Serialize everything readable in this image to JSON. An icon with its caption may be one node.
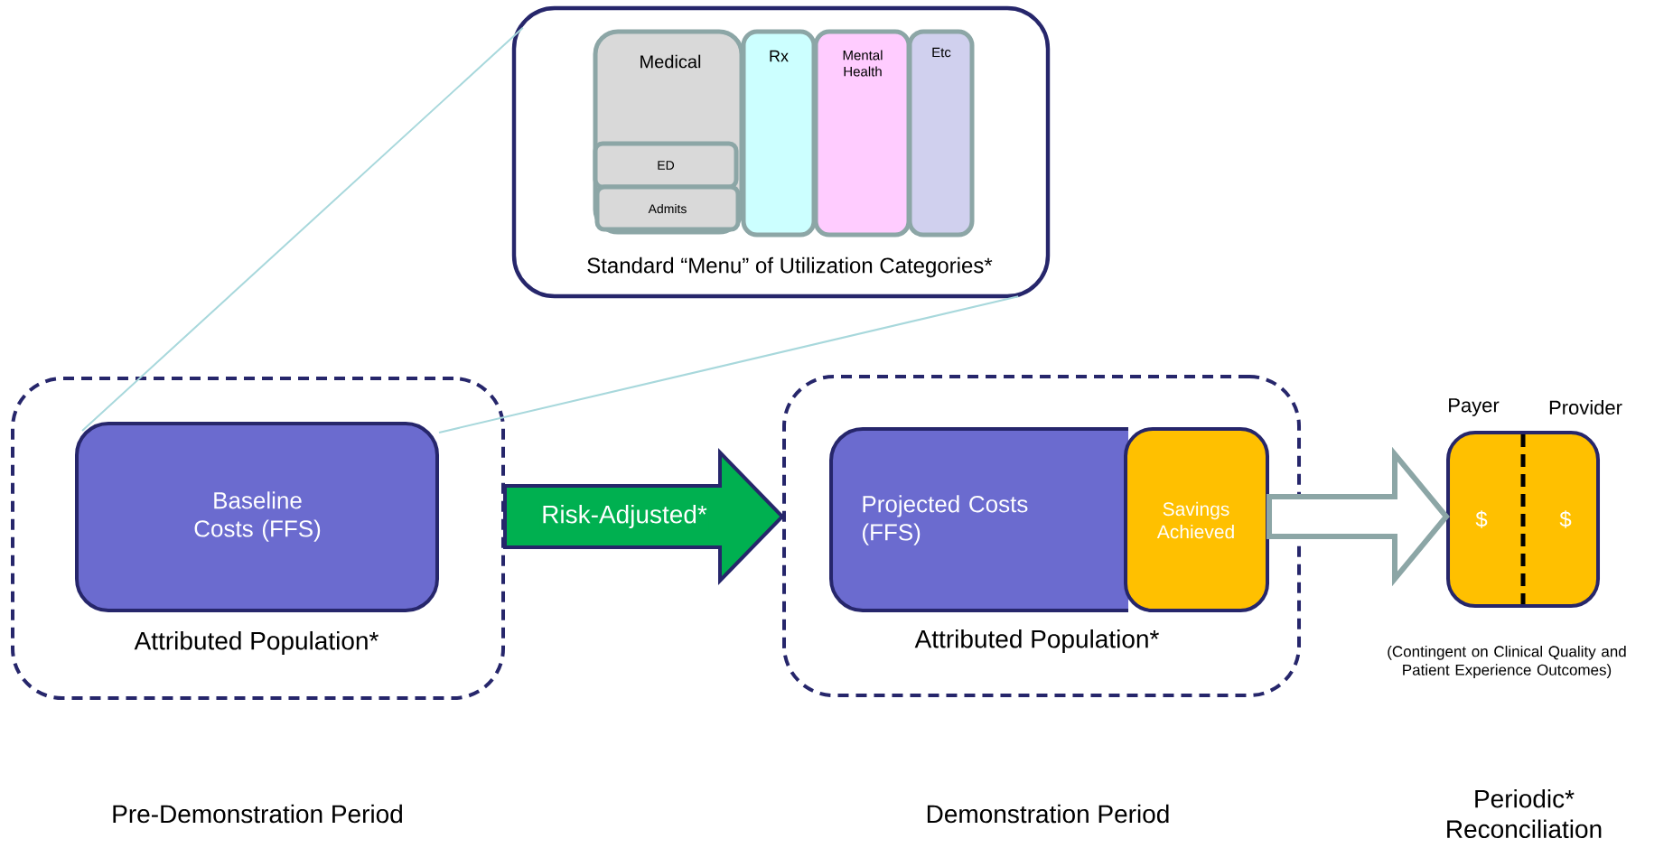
{
  "diagram": {
    "nodes": [
      {
        "text": [
          "Standard “Menu” of Utilization Categories*"
        ]
      },
      {
        "text": [
          "Medical"
        ],
        "in": 0
      },
      {
        "text": [
          "ED"
        ],
        "in": 1
      },
      {
        "text": [
          "Admits"
        ],
        "in": 1
      },
      {
        "text": [
          "Rx"
        ],
        "in": 0
      },
      {
        "text": [
          "Mental Health"
        ],
        "in": 0
      },
      {
        "text": [
          "Etc"
        ],
        "in": 0
      },
      {
        "text": [
          "Attributed Population*"
        ]
      },
      {
        "text": [
          "Baseline Costs (FFS)"
        ],
        "in": 7
      },
      {
        "text": [
          "Attributed Population*"
        ]
      },
      {
        "text": [
          "Projected Costs (FFS)"
        ],
        "in": 9
      },
      {
        "text": [
          "Savings Achieved"
        ],
        "in": 9
      },
      {
        "text": [
          "Payer",
          "Provider",
          "$",
          "$"
        ],
        "beside": [
          "(Contingent on Clinical Quality and Patient Experience Outcomes)"
        ]
      }
    ],
    "edges": [
      {
        "from": 8,
        "to": 0,
        "arrow": "none",
        "color": "#a8d8dc"
      },
      {
        "from": 8,
        "to": 0,
        "arrow": "none",
        "color": "#a8d8dc"
      },
      {
        "from": 7,
        "to": 9,
        "arrow": "to",
        "label": "Risk-Adjusted*",
        "style": "thick",
        "color": "#00b050"
      },
      {
        "from": 11,
        "to": 12,
        "arrow": "to",
        "style": "thick",
        "color": "#8ca6a6"
      }
    ],
    "labels": [
      "Pre-Demonstration Period",
      "Demonstration Period",
      "Periodic* Reconciliation"
    ]
  }
}
